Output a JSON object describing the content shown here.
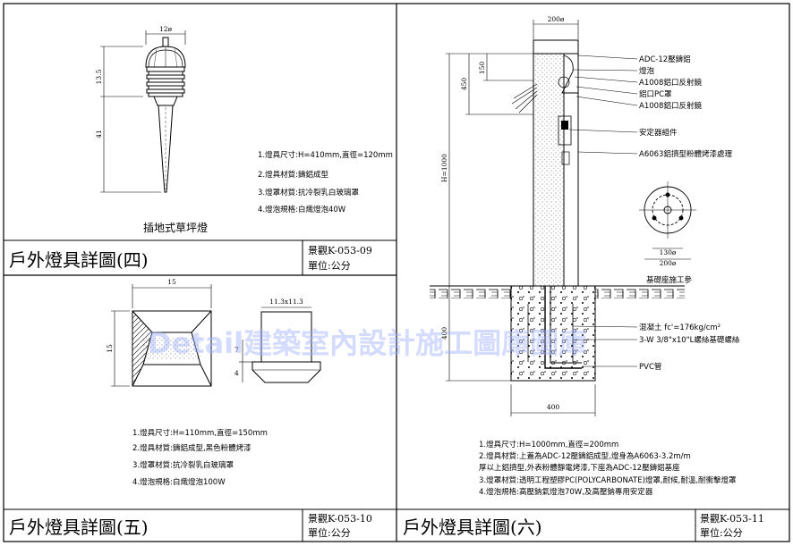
{
  "watermark": "Detail建築室內設計施工圖庫圖庫",
  "panel4": {
    "caption": "插地式草坪燈",
    "title": "戶外燈具詳圖(四)",
    "code": "景觀K-053-09",
    "unit": "單位:公分",
    "dims": {
      "top_width": "12ø",
      "head_height": "13.5",
      "total_height": "41"
    },
    "notes": [
      "1.燈具尺寸:H=410mm,直徑=120mm",
      "2.燈具材質:鑄鋁成型",
      "3.燈罩材質:抗冷裂乳白玻璃罩",
      "4.燈泡規格:白熾燈泡40W"
    ]
  },
  "panel5": {
    "title": "戶外燈具詳圖(五)",
    "code": "景觀K-053-10",
    "unit": "單位:公分",
    "dims": {
      "top_width": "15",
      "side_height": "15",
      "section_width": "11.3x11.3",
      "section_h1": "7",
      "section_h2": "4"
    },
    "notes": [
      "1.燈具尺寸:H=110mm,直徑=150mm",
      "2.燈具材質:鑄鋁成型,黑色粉體烤漆",
      "3.燈罩材質:抗冷裂乳白玻璃罩",
      "4.燈泡規格:白熾燈泡100W"
    ]
  },
  "panel6": {
    "title": "戶外燈具詳圖(六)",
    "code": "景觀K-053-11",
    "unit": "單位:公分",
    "dims": {
      "top_width": "200ø",
      "d150": "150",
      "d450": "450",
      "total_height": "H=1000",
      "base_height": "400",
      "base_width": "400",
      "plan_w1": "130ø",
      "plan_w2": "200ø"
    },
    "labels": [
      "ADC-12壓鑄鋁",
      "燈泡",
      "A1008鋁口反射鏡",
      "鋁口PC罩",
      "A1008鋁口反射鏡",
      "安定器組件",
      "A6063鋁擠型粉體烤漆處理"
    ],
    "plan_caption": "基礎座施工參",
    "base_labels": [
      "混凝土 fc'=176kg/cm²",
      "3-W 3/8\"x10\"L螺絲基礎螺絲",
      "PVC管"
    ],
    "notes": [
      "1.燈具尺寸:H=1000mm,直徑=200mm",
      "2.燈具材質:上蓋為ADC-12壓鑄鋁成型,燈身為A6063-3.2m/m",
      "   厚以上鋁擠型,外表粉體靜電烤漆,下座為ADC-12壓鑄鋁基座",
      "3.燈罩材質:透明工程塑膠PC(POLYCARBONATE)燈罩,耐候,耐溫,耐衝擊燈罩",
      "4.燈泡規格:高壓鈉氣燈泡70W,及高壓鈉專用安定器"
    ]
  }
}
